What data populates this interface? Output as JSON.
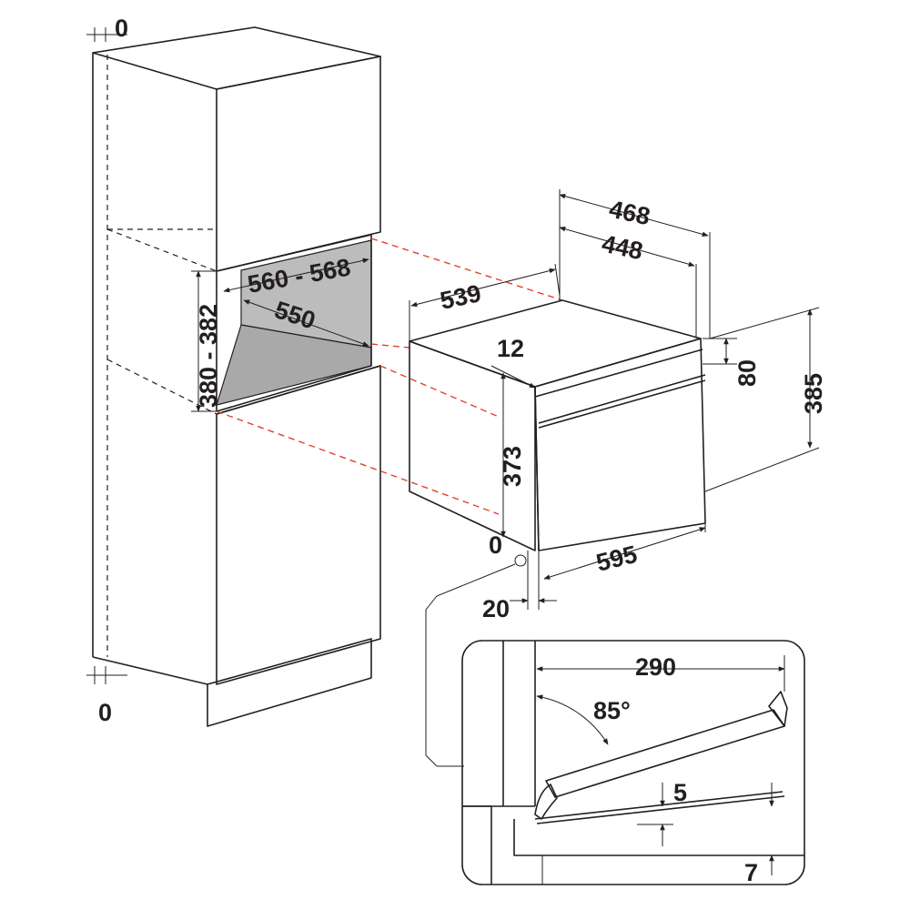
{
  "colors": {
    "line": "#231f20",
    "guide": "#e2412b",
    "niche_wall": "#bcbcbc",
    "niche_floor": "#a9a9a9"
  },
  "dimensions": {
    "gap_top": "0",
    "gap_bottom": "0",
    "niche_depth": "560 - 568",
    "niche_width": "550",
    "niche_height": "380 - 382",
    "oven_depth_outer": "468",
    "oven_depth_inner": "448",
    "oven_body_width": "539",
    "front_offset": "12",
    "panel_height": "80",
    "oven_height": "385",
    "body_height": "373",
    "oven_width": "595",
    "front_gap": "0",
    "front_projection": "20",
    "door_open_depth": "290",
    "door_angle": "85°",
    "door_clearance": "5",
    "bottom_clearance": "7"
  }
}
